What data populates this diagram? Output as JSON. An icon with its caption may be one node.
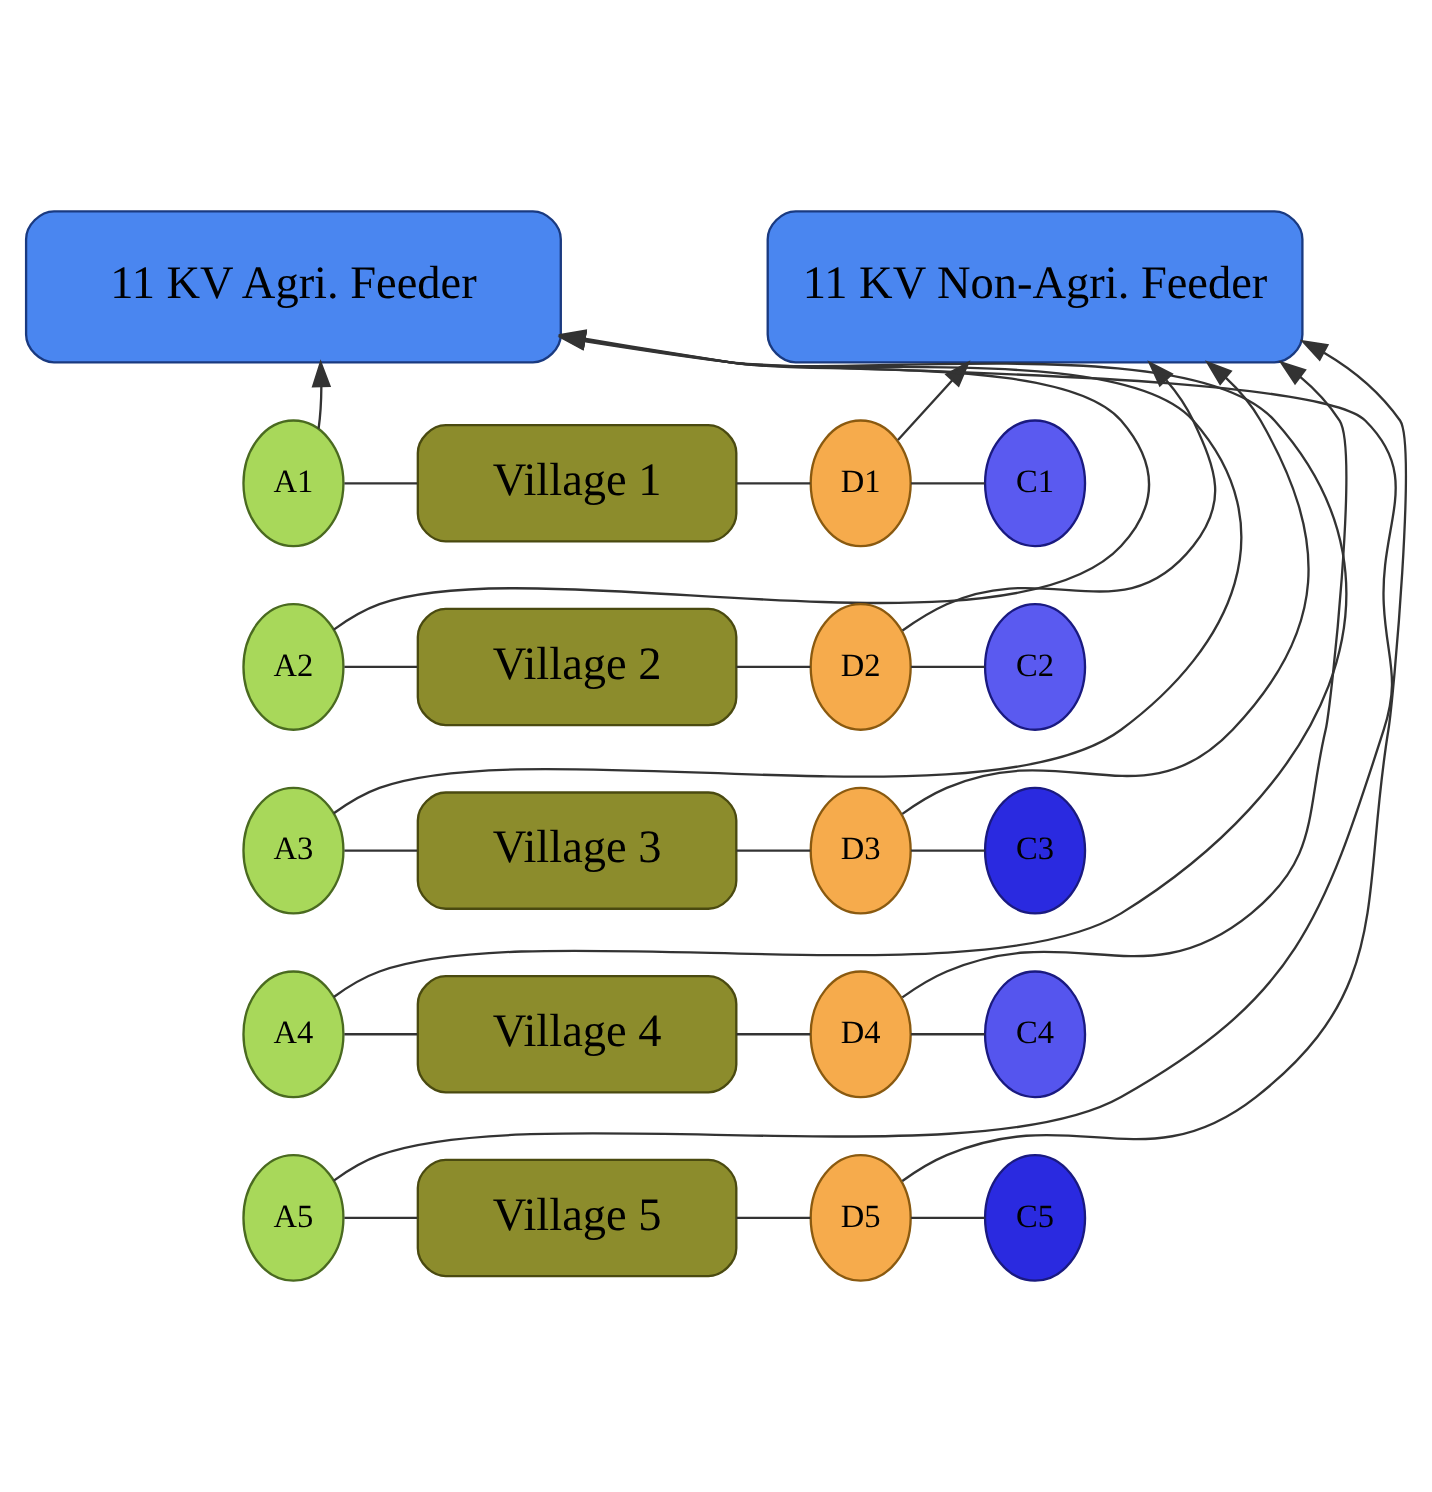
{
  "diagram": {
    "nodes": [
      {
        "text": [
          "11 KV Agri. Feeder"
        ]
      },
      {
        "text": [
          "11 KV Non-Agri. Feeder"
        ]
      },
      {
        "text": [
          "A1"
        ]
      },
      {
        "text": [
          "Village 1"
        ]
      },
      {
        "text": [
          "D1"
        ]
      },
      {
        "text": [
          "C1"
        ]
      },
      {
        "text": [
          "A2"
        ]
      },
      {
        "text": [
          "Village 2"
        ]
      },
      {
        "text": [
          "D2"
        ]
      },
      {
        "text": [
          "C2"
        ]
      },
      {
        "text": [
          "A3"
        ]
      },
      {
        "text": [
          "Village 3"
        ]
      },
      {
        "text": [
          "D3"
        ]
      },
      {
        "text": [
          "C3"
        ]
      },
      {
        "text": [
          "A4"
        ]
      },
      {
        "text": [
          "Village 4"
        ]
      },
      {
        "text": [
          "D4"
        ]
      },
      {
        "text": [
          "C4"
        ]
      },
      {
        "text": [
          "A5"
        ]
      },
      {
        "text": [
          "Village 5"
        ]
      },
      {
        "text": [
          "D5"
        ]
      },
      {
        "text": [
          "C5"
        ]
      }
    ],
    "edges": [
      {
        "from": 2,
        "to": 0,
        "arrow": "to"
      },
      {
        "from": 6,
        "to": 0,
        "arrow": "to"
      },
      {
        "from": 10,
        "to": 0,
        "arrow": "to"
      },
      {
        "from": 14,
        "to": 0,
        "arrow": "to"
      },
      {
        "from": 18,
        "to": 0,
        "arrow": "to"
      },
      {
        "from": 4,
        "to": 1,
        "arrow": "to"
      },
      {
        "from": 8,
        "to": 1,
        "arrow": "to"
      },
      {
        "from": 12,
        "to": 1,
        "arrow": "to"
      },
      {
        "from": 16,
        "to": 1,
        "arrow": "to"
      },
      {
        "from": 20,
        "to": 1,
        "arrow": "to"
      },
      {
        "from": 2,
        "to": 3,
        "arrow": "none"
      },
      {
        "from": 3,
        "to": 4,
        "arrow": "none"
      },
      {
        "from": 4,
        "to": 5,
        "arrow": "none"
      },
      {
        "from": 6,
        "to": 7,
        "arrow": "none"
      },
      {
        "from": 7,
        "to": 8,
        "arrow": "none"
      },
      {
        "from": 8,
        "to": 9,
        "arrow": "none"
      },
      {
        "from": 10,
        "to": 11,
        "arrow": "none"
      },
      {
        "from": 11,
        "to": 12,
        "arrow": "none"
      },
      {
        "from": 12,
        "to": 13,
        "arrow": "none"
      },
      {
        "from": 14,
        "to": 15,
        "arrow": "none"
      },
      {
        "from": 15,
        "to": 16,
        "arrow": "none"
      },
      {
        "from": 16,
        "to": 17,
        "arrow": "none"
      },
      {
        "from": 18,
        "to": 19,
        "arrow": "none"
      },
      {
        "from": 19,
        "to": 20,
        "arrow": "none"
      },
      {
        "from": 20,
        "to": 21,
        "arrow": "none"
      }
    ]
  }
}
